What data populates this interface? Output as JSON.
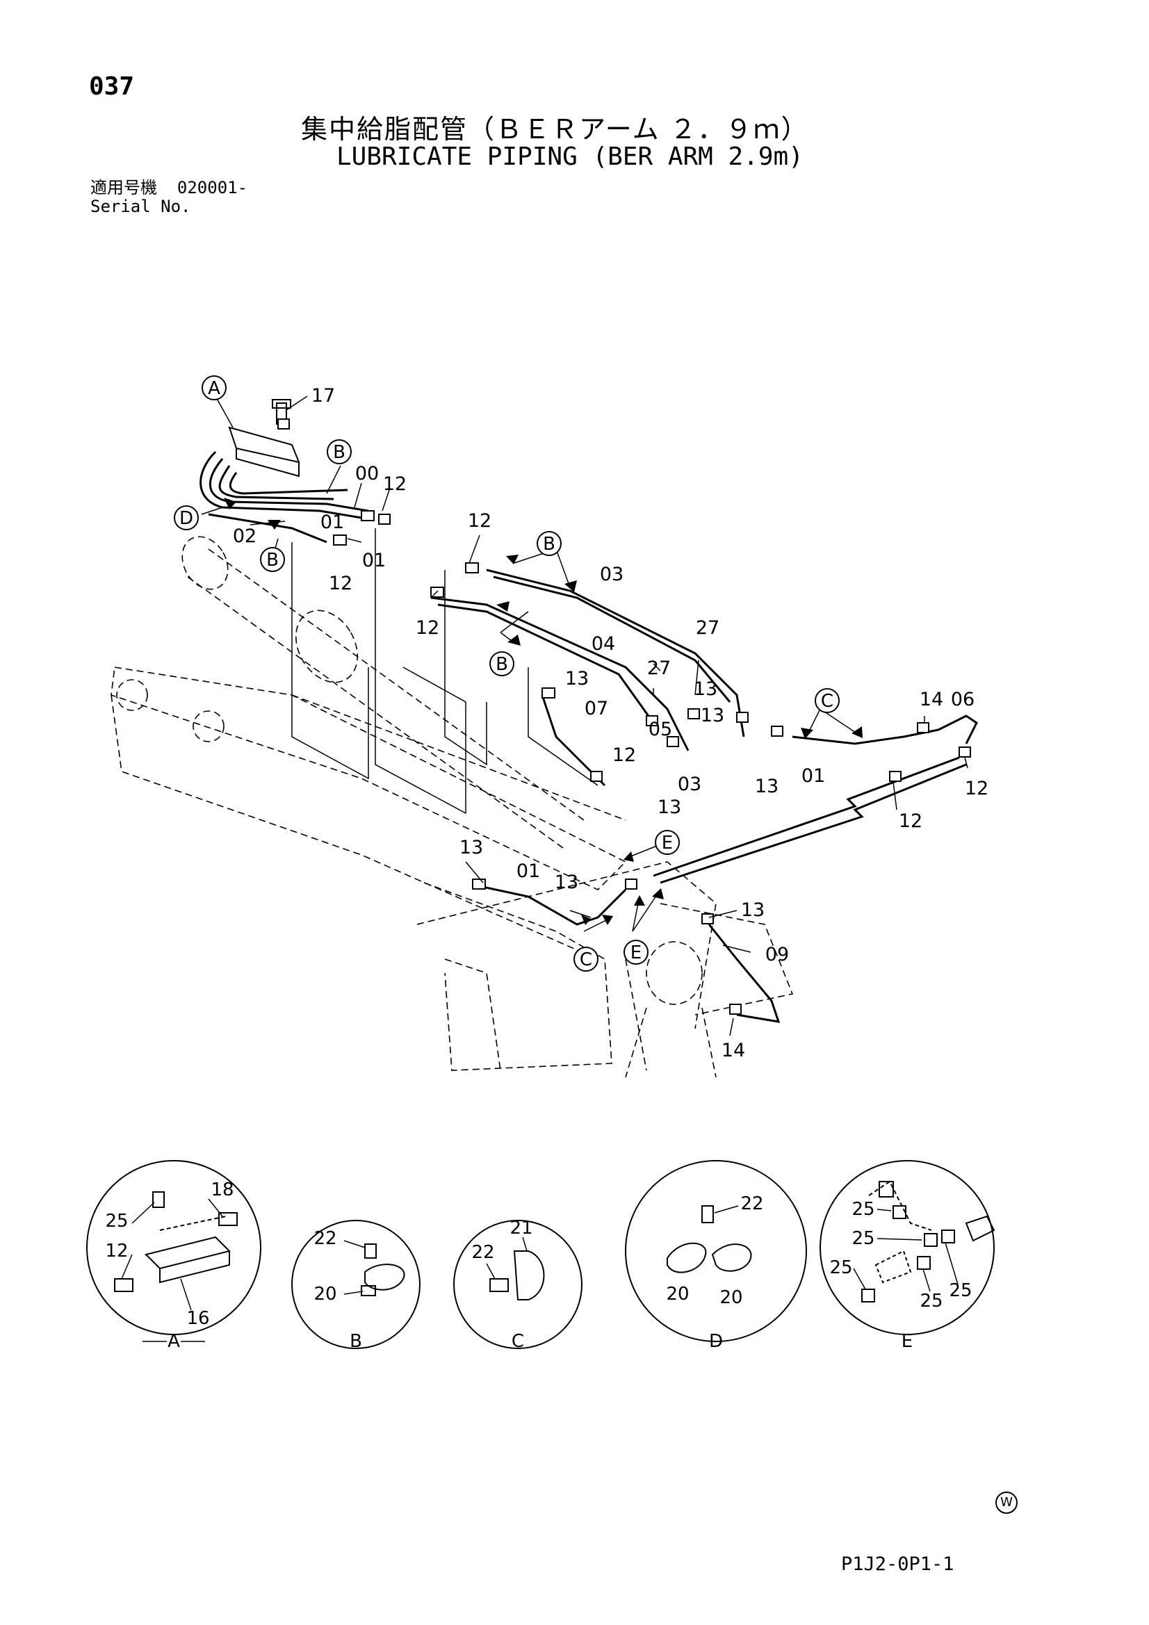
{
  "header": {
    "page_number": "037",
    "title_japanese": "集中給脂配管（ＢＥＲアーム ２．９ｍ）",
    "title_english": "LUBRICATE PIPING (BER ARM 2.9m)",
    "serial_label_jp": "適用号機",
    "serial_value": "020001-",
    "serial_label_en": "Serial No."
  },
  "diagram": {
    "callout_letters": [
      "A",
      "B",
      "B",
      "B",
      "B",
      "C",
      "C",
      "D",
      "E",
      "E"
    ],
    "part_numbers": [
      "17",
      "00",
      "12",
      "01",
      "02",
      "01",
      "12",
      "12",
      "03",
      "12",
      "04",
      "27",
      "27",
      "13",
      "13",
      "13",
      "07",
      "05",
      "12",
      "03",
      "13",
      "13",
      "01",
      "14",
      "06",
      "12",
      "12",
      "13",
      "01",
      "13",
      "13",
      "09",
      "14"
    ],
    "details": [
      {
        "letter": "A",
        "parts": [
          "18",
          "25",
          "12",
          "16"
        ]
      },
      {
        "letter": "B",
        "parts": [
          "22",
          "20"
        ]
      },
      {
        "letter": "C",
        "parts": [
          "21",
          "22"
        ]
      },
      {
        "letter": "D",
        "parts": [
          "22",
          "20",
          "20"
        ]
      },
      {
        "letter": "E",
        "parts": [
          "25",
          "25",
          "25",
          "25",
          "25"
        ]
      }
    ]
  },
  "footer": {
    "w_mark": "W",
    "drawing_code": "P1J2-0P1-1"
  }
}
